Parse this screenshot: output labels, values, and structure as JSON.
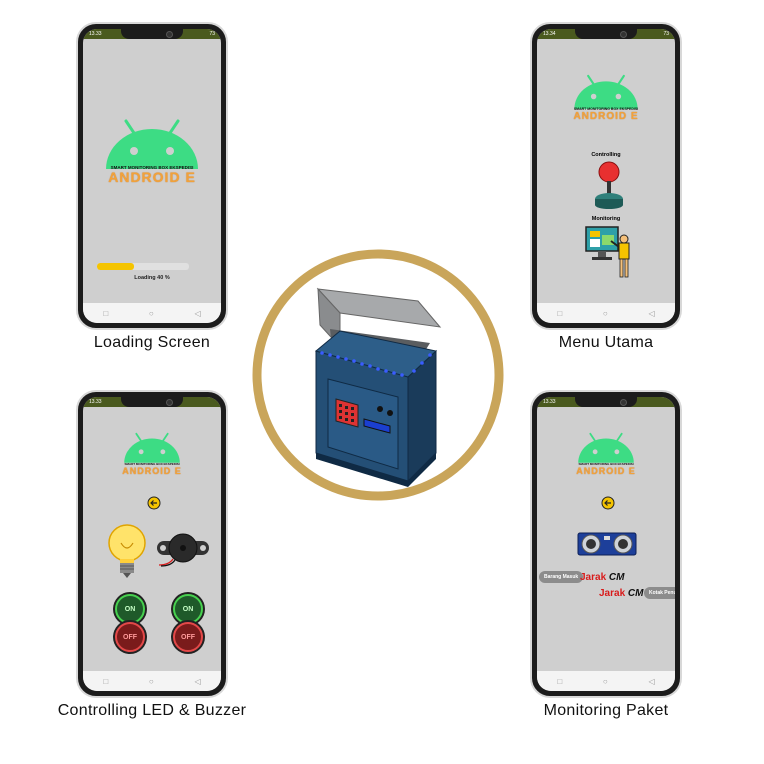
{
  "captions": {
    "loading": "Loading Screen",
    "menu": "Menu Utama",
    "controlling": "Controlling LED & Buzzer",
    "monitoring": "Monitoring Paket"
  },
  "phones": {
    "loading": {
      "status_time": "13.33",
      "status_right": "73",
      "logo_tagline": "SMART MONITORING BOX EKSPEDISI",
      "logo_brand": "ANDROID E",
      "progress_label": "Loading 40 %",
      "progress": 0.4
    },
    "menu": {
      "status_time": "13.34",
      "status_right": "73",
      "logo_tagline": "SMART MONITORING BOX EKSPEDISI",
      "logo_brand": "ANDROID E",
      "controlling_label": "Controlling",
      "monitoring_label": "Monitoring"
    },
    "controlling": {
      "status_time": "13.33",
      "logo_tagline": "SMART MONITORING BOX EKSPEDISI",
      "logo_brand": "ANDROID E",
      "on_label": "ON",
      "off_label": "OFF"
    },
    "monitoring": {
      "status_time": "13.33",
      "logo_tagline": "SMART MONITORING BOX EKSPEDISI",
      "logo_brand": "ANDROID E",
      "barang_masuk": "Barang Masuk",
      "kotak_penuh": "Kotak Penuh",
      "jarak": "Jarak",
      "unit": "CM"
    }
  },
  "nav_icons": [
    "square-icon",
    "circle-icon",
    "triangle-back-icon"
  ],
  "colors": {
    "ring": "#c9a55a",
    "android_green": "#3ddc84",
    "brand_orange": "#f2a23a",
    "progress": "#f5c400",
    "box_blue": "#1f4e79"
  }
}
